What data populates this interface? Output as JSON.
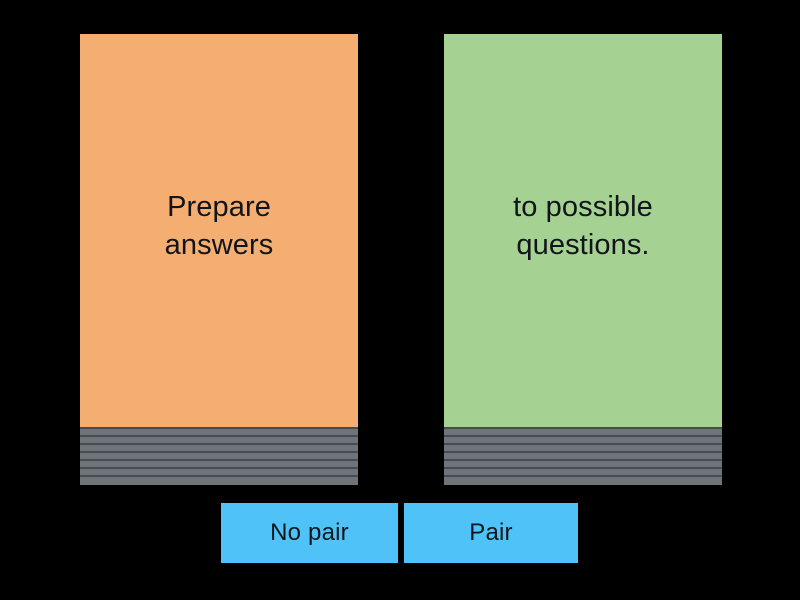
{
  "background_color": "#000000",
  "cards": [
    {
      "id": "left-card",
      "text": "Prepare\nanswers",
      "color": "#f5ae72",
      "color_name": "orange",
      "stack_color": "#6e7479",
      "stack_layers": 7
    },
    {
      "id": "right-card",
      "text": "to possible\nquestions.",
      "color": "#a5d193",
      "color_name": "green",
      "stack_color": "#6e7479",
      "stack_layers": 7
    }
  ],
  "buttons": {
    "accent_color": "#4fc3f7",
    "no_pair_label": "No pair",
    "pair_label": "Pair"
  }
}
